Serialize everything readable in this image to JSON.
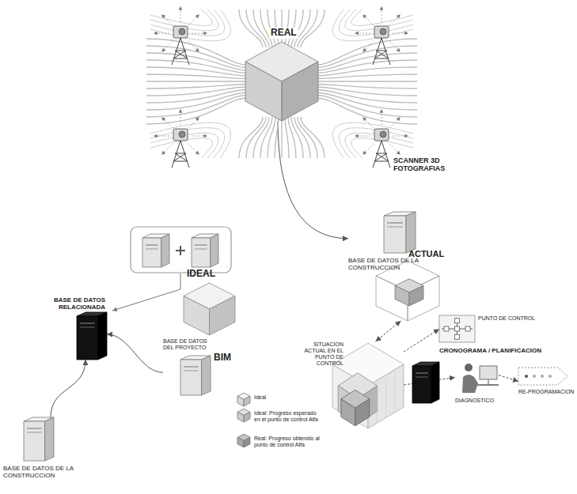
{
  "diagram": {
    "nodes": [
      {
        "text": [
          "REAL"
        ]
      },
      {
        "text": [
          "BASE DE DATOS DE LA CONSTRUCCION"
        ]
      },
      {
        "text": [
          "BASE DE DATOS RELACIONADA"
        ]
      },
      {
        "text": [
          "IDEAL"
        ]
      },
      {
        "text": [
          "BASE DE DATOS DEL PROYECTO",
          "BIM"
        ]
      },
      {
        "text": [
          "BASE DE DATOS DE LA CONSTRUCCION"
        ]
      },
      {
        "text": [
          "ACTUAL"
        ]
      },
      {
        "text": [
          "SITUACION ACTUAL EN EL PUNTO DE CONTROL"
        ]
      },
      {
        "text": [
          "PUNTO DE CONTROL",
          "CRONOGRAMA / PLANIFICACION"
        ]
      },
      {
        "text": [
          "DIAGNOSTICO"
        ]
      },
      {
        "text": [
          "RE-PROGRAMACION"
        ]
      }
    ],
    "edges": [
      {
        "from": 0,
        "to": 1,
        "arrow": "to"
      },
      {
        "from": 5,
        "to": 2,
        "arrow": "to"
      },
      {
        "from": 4,
        "to": 2,
        "arrow": "to"
      },
      {
        "from": 6,
        "to": 7,
        "arrow": "both"
      },
      {
        "from": 7,
        "to": 8,
        "arrow": "to"
      },
      {
        "from": 7,
        "to": 9,
        "arrow": "to"
      },
      {
        "from": 9,
        "to": 10,
        "arrow": "to"
      }
    ],
    "labels": [
      "SCANNER 3D FOTOGRAFIAS"
    ],
    "legend": [
      {
        "text": "Ideal"
      },
      {
        "text": "Ideal: Progreso esperado en el punto de control Alfa"
      },
      {
        "text": "Real: Progreso obtenido al punto de control Alfa"
      }
    ]
  }
}
